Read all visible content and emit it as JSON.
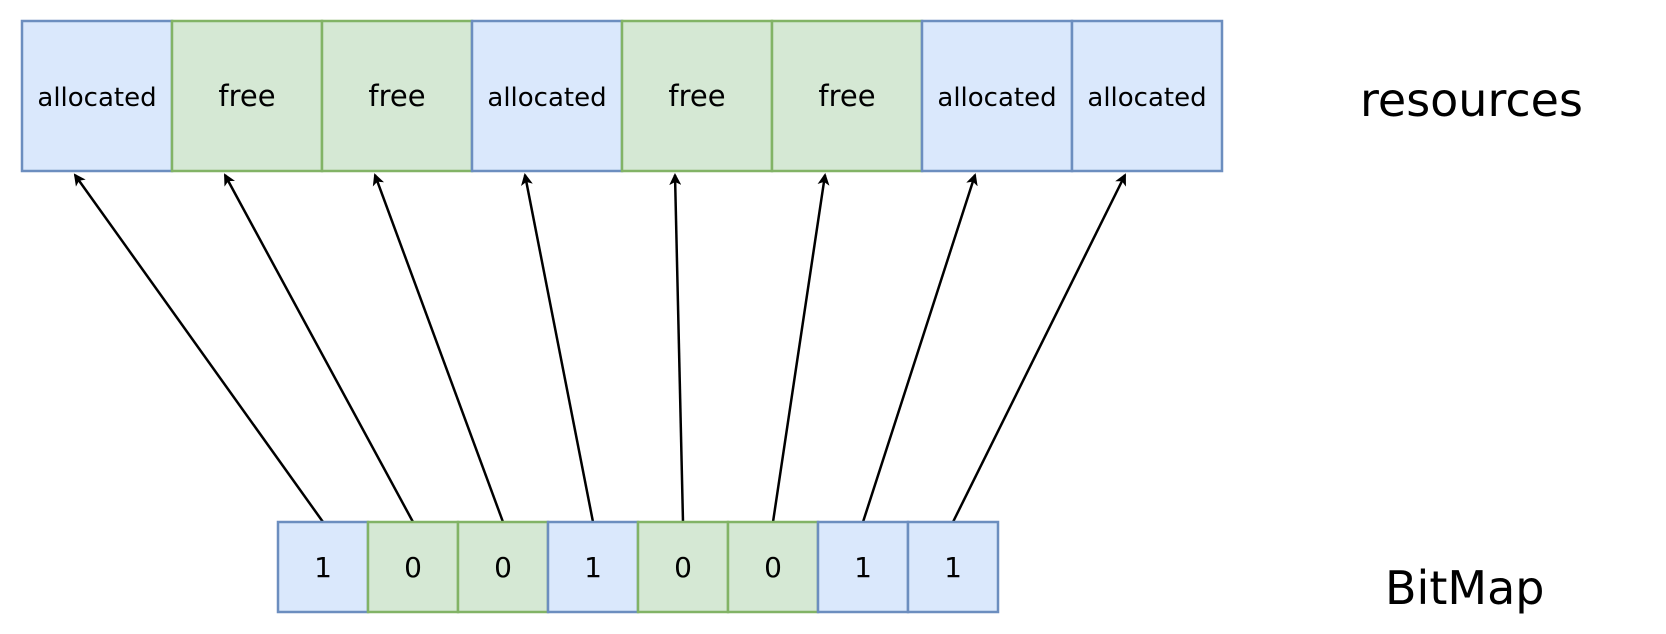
{
  "resources_label": "resources",
  "bitmap_label": "BitMap",
  "resources": [
    {
      "label": "allocated",
      "state": "allocated"
    },
    {
      "label": "free",
      "state": "free"
    },
    {
      "label": "free",
      "state": "free"
    },
    {
      "label": "allocated",
      "state": "allocated"
    },
    {
      "label": "free",
      "state": "free"
    },
    {
      "label": "free",
      "state": "free"
    },
    {
      "label": "allocated",
      "state": "allocated"
    },
    {
      "label": "allocated",
      "state": "allocated"
    }
  ],
  "bits": [
    "1",
    "0",
    "0",
    "1",
    "0",
    "0",
    "1",
    "1"
  ],
  "colors": {
    "allocated_fill": "#dae8fc",
    "allocated_stroke": "#6c8ebf",
    "free_fill": "#d5e8d4",
    "free_stroke": "#82b366",
    "arrow": "#000000"
  }
}
